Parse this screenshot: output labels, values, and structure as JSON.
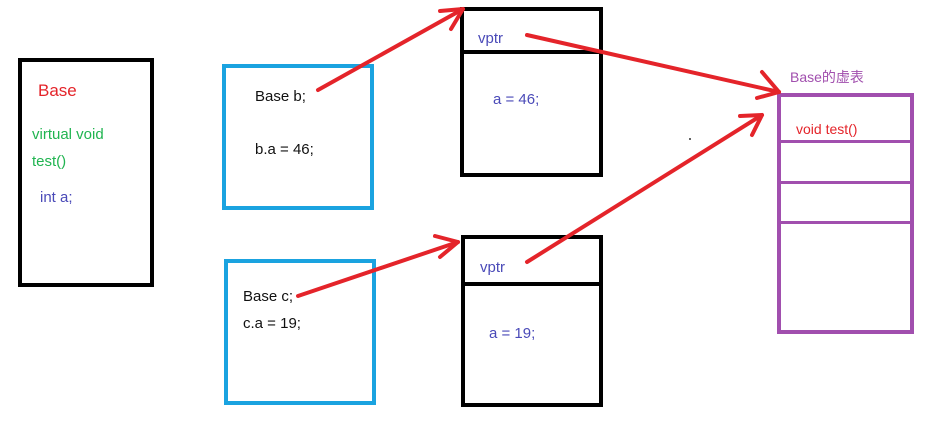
{
  "base_class": {
    "title": "Base",
    "method_line1": "virtual void",
    "method_line2": "test()",
    "member": "int a;"
  },
  "object_b": {
    "decl": "Base b;",
    "assign": "b.a = 46;"
  },
  "object_b_memory": {
    "vptr": "vptr",
    "member": "a = 46;"
  },
  "object_c": {
    "decl": "Base c;",
    "assign": "c.a = 19;"
  },
  "object_c_memory": {
    "vptr": "vptr",
    "member": "a = 19;"
  },
  "vtable": {
    "title": "Base的虚表",
    "entry": "void test()"
  },
  "colors": {
    "arrow": "#e4242a",
    "object_border": "#1aa3e0",
    "memory_border": "#000000",
    "vtable_border": "#a14fae",
    "class_title": "#e4242a",
    "method_text": "#20b450",
    "member_text": "#4a4ab8"
  }
}
